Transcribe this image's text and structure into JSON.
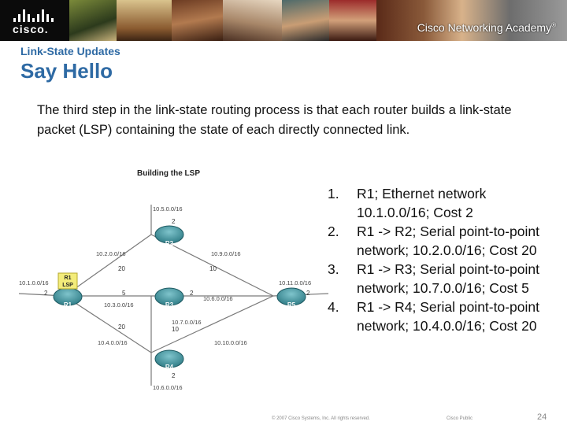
{
  "header": {
    "logo_text": "cisco.",
    "academy_text": "Cisco Networking Academy",
    "academy_mark": "®"
  },
  "slide": {
    "eyebrow": "Link-State Updates",
    "title": "Say Hello",
    "intro": "The third step in the link-state routing process is that each router builds a link-state packet (LSP) containing the state of each directly connected link."
  },
  "diagram": {
    "title": "Building the LSP",
    "routers": [
      "R1",
      "R2",
      "R3",
      "R4",
      "R5"
    ],
    "lsp_label_line1": "R1",
    "lsp_label_line2": "LSP",
    "networks": {
      "n_top": "10.5.0.0/16",
      "n_bottom": "10.6.0.0/16",
      "n_r1r2": "10.2.0.0/16",
      "n_r2r5": "10.9.0.0/16",
      "n_r1eth": "10.1.0.0/16",
      "n_r1r3": "10.3.0.0/16",
      "n_r3r5": "10.6.0.0/16",
      "n_r5eth": "10.11.0.0/16",
      "n_r1r4": "10.4.0.0/16",
      "n_r4r5": "10.10.0.0/16",
      "n_r3r4": "10.7.0.0/16"
    },
    "costs": {
      "c_top": "2",
      "c_bottom": "2",
      "c_r1r2": "20",
      "c_r2r5": "10",
      "c_r1eth": "2",
      "c_r1r3": "5",
      "c_r3r5": "2",
      "c_r5eth": "2",
      "c_r1r4": "20",
      "c_r3r4": "10"
    }
  },
  "steps": [
    {
      "num": "1.",
      "text": "R1; Ethernet network 10.1.0.0/16; Cost 2"
    },
    {
      "num": "2.",
      "text": "R1 -> R2; Serial point-to-point network; 10.2.0.0/16; Cost 20"
    },
    {
      "num": "3.",
      "text": "R1 -> R3; Serial point-to-point network; 10.7.0.0/16; Cost 5"
    },
    {
      "num": "4.",
      "text": "R1 -> R4; Serial point-to-point network; 10.4.0.0/16; Cost 20"
    }
  ],
  "footer": {
    "copyright": "© 2007 Cisco Systems, Inc. All rights reserved.",
    "classification": "Cisco Public",
    "page": "24"
  },
  "colors": {
    "title_blue": "#2e6aa4",
    "router_teal": "#3a8f98",
    "lsp_yellow": "#f3ec7a",
    "banner": "#0b0b0b"
  }
}
